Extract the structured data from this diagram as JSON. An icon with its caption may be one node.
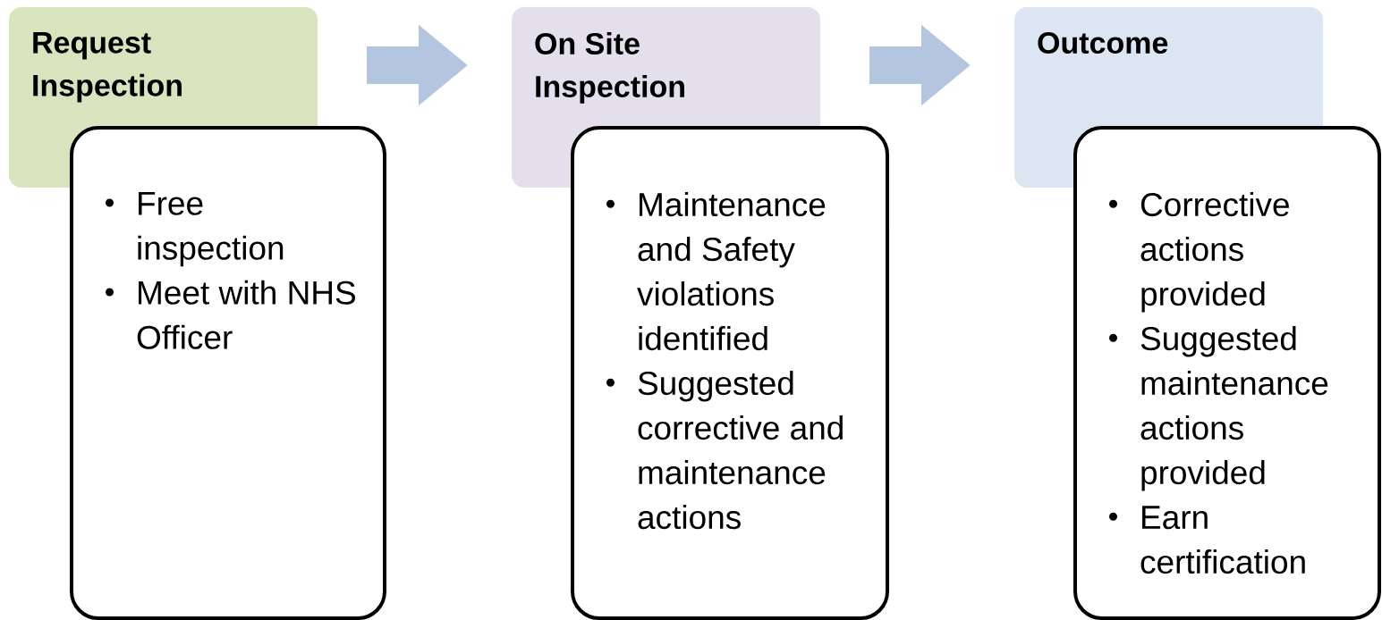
{
  "diagram": {
    "nodes": [
      {
        "text": [
          "Request Inspection"
        ]
      },
      {
        "text": [
          "Free inspection",
          "Meet with NHS Officer"
        ]
      },
      {
        "text": [
          "On Site Inspection"
        ]
      },
      {
        "text": [
          "Maintenance and Safety violations identified",
          "Suggested corrective and maintenance actions"
        ]
      },
      {
        "text": [
          "Outcome"
        ]
      },
      {
        "text": [
          "Corrective actions provided",
          "Suggested maintenance actions provided",
          "Earn certification"
        ]
      }
    ],
    "edges": [
      {
        "from": 0,
        "to": 2,
        "arrow": "to"
      },
      {
        "from": 2,
        "to": 4,
        "arrow": "to"
      }
    ]
  }
}
